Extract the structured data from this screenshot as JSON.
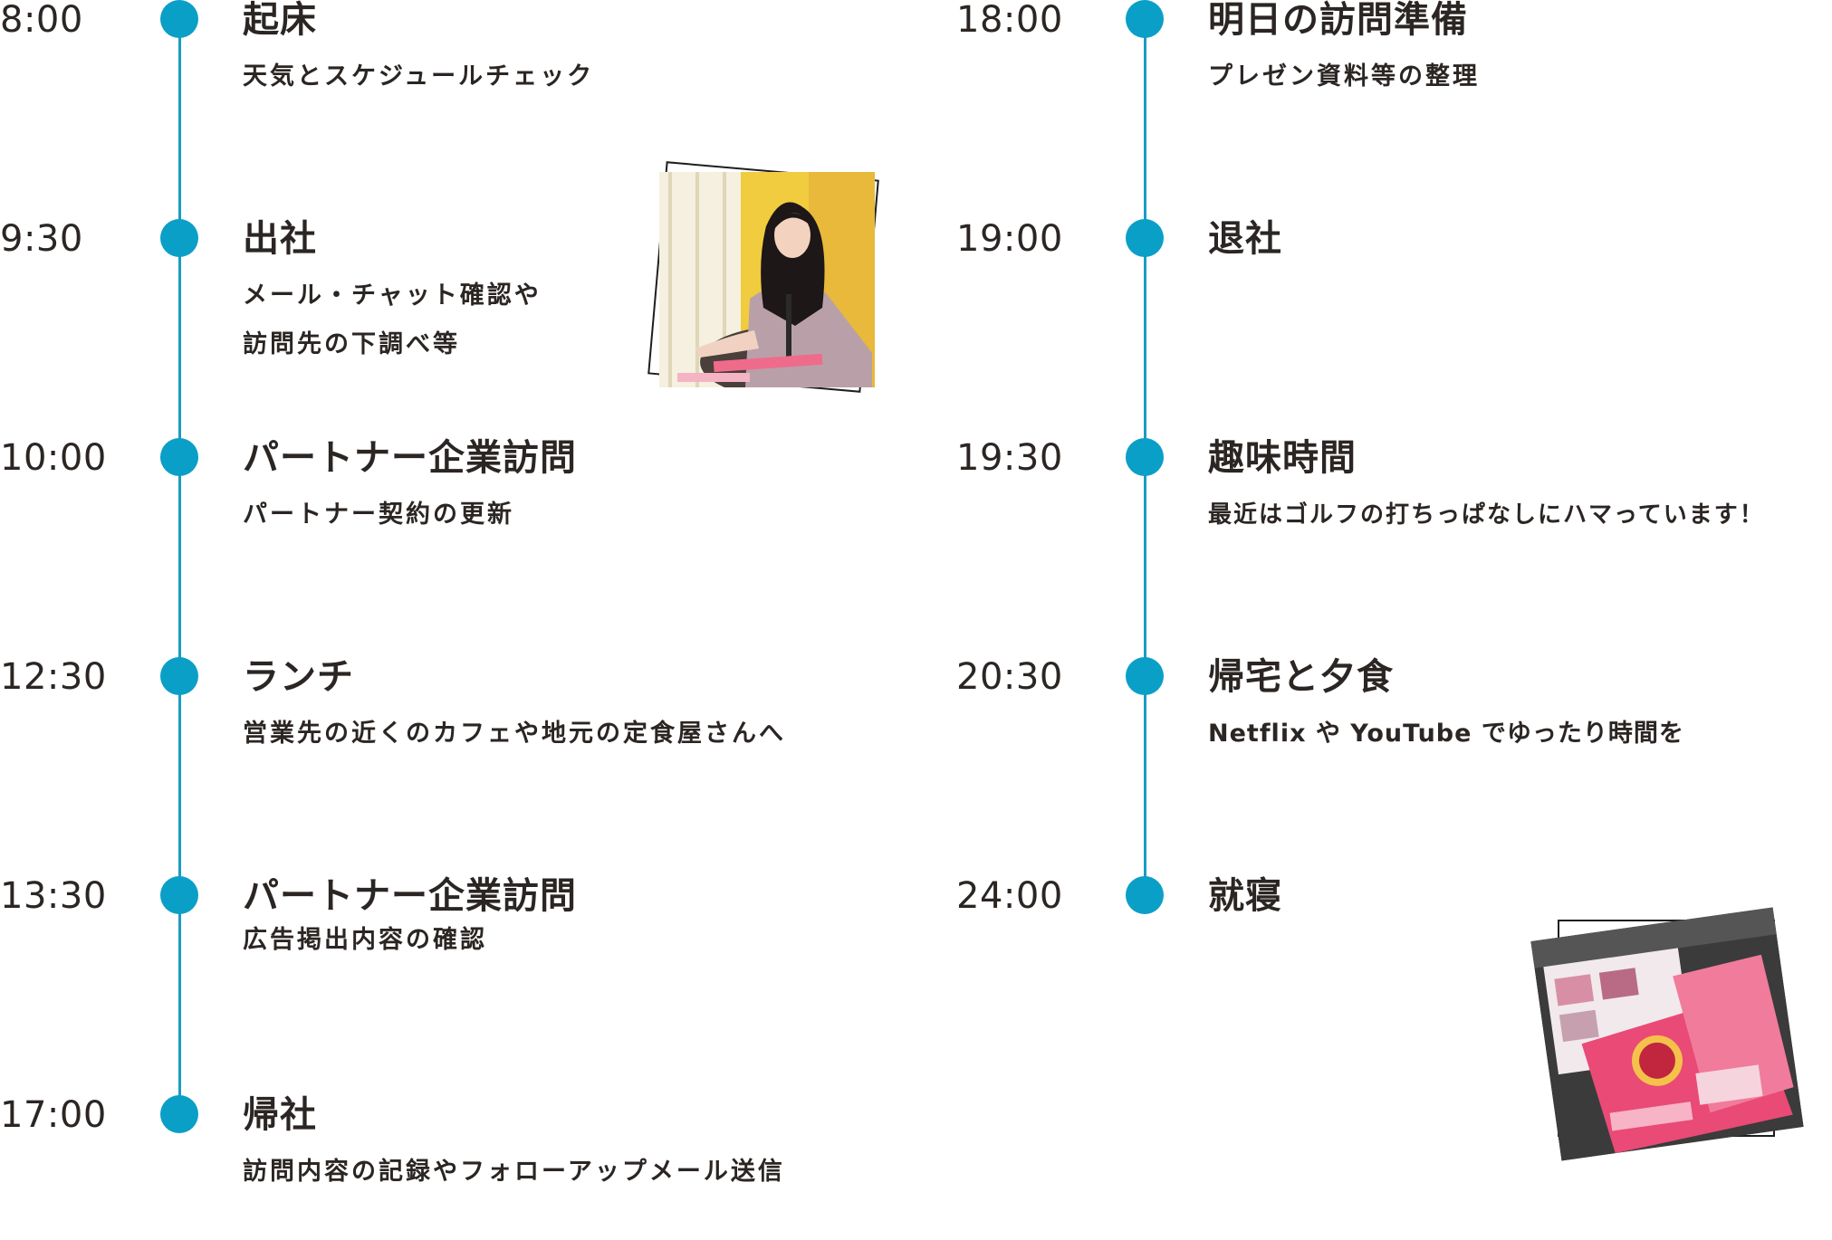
{
  "colors": {
    "accent": "#0a9fc7",
    "line": "#1a9cc4",
    "text": "#2b2623"
  },
  "left": [
    {
      "time": "8:00",
      "title": "起床",
      "desc": [
        "天気とスケジュールチェック"
      ]
    },
    {
      "time": "9:30",
      "title": "出社",
      "desc": [
        "メール・チャット確認や",
        "訪問先の下調べ等"
      ]
    },
    {
      "time": "10:00",
      "title": "パートナー企業訪問",
      "desc": [
        "パートナー契約の更新"
      ]
    },
    {
      "time": "12:30",
      "title": "ランチ",
      "desc": [
        "営業先の近くのカフェや地元の定食屋さんへ"
      ]
    },
    {
      "time": "13:30",
      "title": "パートナー企業訪問",
      "desc": [
        "広告掲出内容の確認"
      ]
    },
    {
      "time": "17:00",
      "title": "帰社",
      "desc": [
        "訪問内容の記録やフォローアップメール送信"
      ]
    }
  ],
  "right": [
    {
      "time": "18:00",
      "title": "明日の訪問準備",
      "desc": [
        "プレゼン資料等の整理"
      ]
    },
    {
      "time": "19:00",
      "title": "退社",
      "desc": []
    },
    {
      "time": "19:30",
      "title": "趣味時間",
      "desc": [
        "最近はゴルフの打ちっぱなしにハマっています！"
      ]
    },
    {
      "time": "20:30",
      "title": "帰宅と夕食",
      "desc": [
        "Netflix や YouTube でゆったり時間を"
      ]
    },
    {
      "time": "24:00",
      "title": "就寝",
      "desc": []
    }
  ]
}
